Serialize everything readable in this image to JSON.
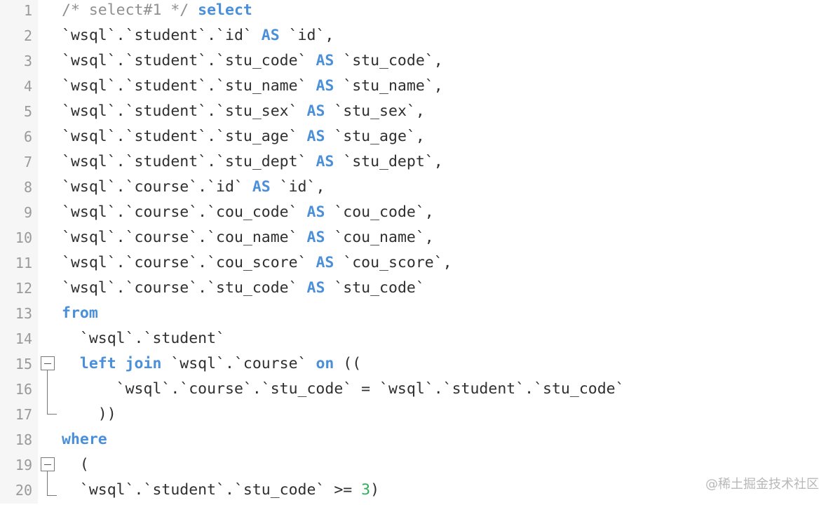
{
  "editor": {
    "lines": [
      {
        "number": "1",
        "tokens": [
          {
            "t": "/* select#1 */ ",
            "c": "cm"
          },
          {
            "t": "select",
            "c": "kw"
          }
        ]
      },
      {
        "number": "2",
        "tokens": [
          {
            "t": "`wsql`.`student`.`id` ",
            "c": "plain"
          },
          {
            "t": "AS",
            "c": "kw"
          },
          {
            "t": " `id`,",
            "c": "plain"
          }
        ]
      },
      {
        "number": "3",
        "tokens": [
          {
            "t": "`wsql`.`student`.`stu_code` ",
            "c": "plain"
          },
          {
            "t": "AS",
            "c": "kw"
          },
          {
            "t": " `stu_code`,",
            "c": "plain"
          }
        ]
      },
      {
        "number": "4",
        "tokens": [
          {
            "t": "`wsql`.`student`.`stu_name` ",
            "c": "plain"
          },
          {
            "t": "AS",
            "c": "kw"
          },
          {
            "t": " `stu_name`,",
            "c": "plain"
          }
        ]
      },
      {
        "number": "5",
        "tokens": [
          {
            "t": "`wsql`.`student`.`stu_sex` ",
            "c": "plain"
          },
          {
            "t": "AS",
            "c": "kw"
          },
          {
            "t": " `stu_sex`,",
            "c": "plain"
          }
        ]
      },
      {
        "number": "6",
        "tokens": [
          {
            "t": "`wsql`.`student`.`stu_age` ",
            "c": "plain"
          },
          {
            "t": "AS",
            "c": "kw"
          },
          {
            "t": " `stu_age`,",
            "c": "plain"
          }
        ]
      },
      {
        "number": "7",
        "tokens": [
          {
            "t": "`wsql`.`student`.`stu_dept` ",
            "c": "plain"
          },
          {
            "t": "AS",
            "c": "kw"
          },
          {
            "t": " `stu_dept`,",
            "c": "plain"
          }
        ]
      },
      {
        "number": "8",
        "tokens": [
          {
            "t": "`wsql`.`course`.`id` ",
            "c": "plain"
          },
          {
            "t": "AS",
            "c": "kw"
          },
          {
            "t": " `id`,",
            "c": "plain"
          }
        ]
      },
      {
        "number": "9",
        "tokens": [
          {
            "t": "`wsql`.`course`.`cou_code` ",
            "c": "plain"
          },
          {
            "t": "AS",
            "c": "kw"
          },
          {
            "t": " `cou_code`,",
            "c": "plain"
          }
        ]
      },
      {
        "number": "10",
        "tokens": [
          {
            "t": "`wsql`.`course`.`cou_name` ",
            "c": "plain"
          },
          {
            "t": "AS",
            "c": "kw"
          },
          {
            "t": " `cou_name`,",
            "c": "plain"
          }
        ]
      },
      {
        "number": "11",
        "tokens": [
          {
            "t": "`wsql`.`course`.`cou_score` ",
            "c": "plain"
          },
          {
            "t": "AS",
            "c": "kw"
          },
          {
            "t": " `cou_score`,",
            "c": "plain"
          }
        ]
      },
      {
        "number": "12",
        "tokens": [
          {
            "t": "`wsql`.`course`.`stu_code` ",
            "c": "plain"
          },
          {
            "t": "AS",
            "c": "kw"
          },
          {
            "t": " `stu_code`",
            "c": "plain"
          }
        ]
      },
      {
        "number": "13",
        "tokens": [
          {
            "t": "from",
            "c": "kw"
          }
        ]
      },
      {
        "number": "14",
        "tokens": [
          {
            "t": "  `wsql`.`student`",
            "c": "plain"
          }
        ]
      },
      {
        "number": "15",
        "tokens": [
          {
            "t": "  ",
            "c": "plain"
          },
          {
            "t": "left join",
            "c": "kw"
          },
          {
            "t": " `wsql`.`course` ",
            "c": "plain"
          },
          {
            "t": "on",
            "c": "kw"
          },
          {
            "t": " ((",
            "c": "plain"
          }
        ]
      },
      {
        "number": "16",
        "tokens": [
          {
            "t": "      `wsql`.`course`.`stu_code` = `wsql`.`student`.`stu_code`",
            "c": "plain"
          }
        ]
      },
      {
        "number": "17",
        "tokens": [
          {
            "t": "    ))",
            "c": "plain"
          }
        ]
      },
      {
        "number": "18",
        "tokens": [
          {
            "t": "where",
            "c": "kw"
          }
        ]
      },
      {
        "number": "19",
        "tokens": [
          {
            "t": "  (",
            "c": "plain"
          }
        ]
      },
      {
        "number": "20",
        "tokens": [
          {
            "t": "  `wsql`.`student`.`stu_code` >= ",
            "c": "plain"
          },
          {
            "t": "3",
            "c": "num"
          },
          {
            "t": ")",
            "c": "plain"
          }
        ]
      }
    ]
  },
  "watermark": "@稀土掘金技术社区",
  "colors": {
    "keyword": "#4a8fd9",
    "comment": "#8f8f8f",
    "number": "#2fae5a",
    "text": "#2f2f2f",
    "line_number": "#9a9a9a",
    "gutter_bg": "#f6f6f6"
  }
}
